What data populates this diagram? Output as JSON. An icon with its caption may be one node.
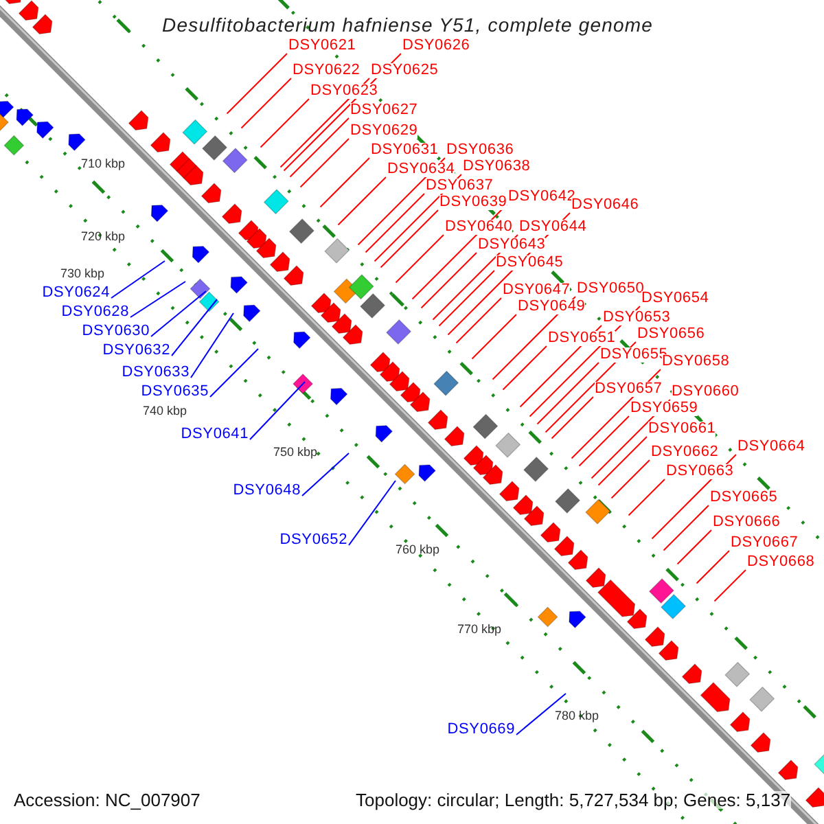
{
  "diagram": {
    "title": "Desulfitobacterium hafniense Y51, complete genome",
    "nodes": [
      {
        "text": [
          "DSY0621"
        ]
      },
      {
        "text": [
          "DSY0622"
        ]
      },
      {
        "text": [
          "DSY0623"
        ]
      },
      {
        "text": [
          "DSY0624"
        ]
      },
      {
        "text": [
          "DSY0625"
        ]
      },
      {
        "text": [
          "DSY0626"
        ]
      },
      {
        "text": [
          "DSY0627"
        ]
      },
      {
        "text": [
          "DSY0628"
        ]
      },
      {
        "text": [
          "DSY0629"
        ]
      },
      {
        "text": [
          "DSY0630"
        ]
      },
      {
        "text": [
          "DSY0631"
        ]
      },
      {
        "text": [
          "DSY0632"
        ]
      },
      {
        "text": [
          "DSY0633"
        ]
      },
      {
        "text": [
          "DSY0634"
        ]
      },
      {
        "text": [
          "DSY0635"
        ]
      },
      {
        "text": [
          "DSY0636"
        ]
      },
      {
        "text": [
          "DSY0637"
        ]
      },
      {
        "text": [
          "DSY0638"
        ]
      },
      {
        "text": [
          "DSY0639"
        ]
      },
      {
        "text": [
          "DSY0640"
        ]
      },
      {
        "text": [
          "DSY0641"
        ]
      },
      {
        "text": [
          "DSY0642"
        ]
      },
      {
        "text": [
          "DSY0643"
        ]
      },
      {
        "text": [
          "DSY0644"
        ]
      },
      {
        "text": [
          "DSY0645"
        ]
      },
      {
        "text": [
          "DSY0646"
        ]
      },
      {
        "text": [
          "DSY0647"
        ]
      },
      {
        "text": [
          "DSY0648"
        ]
      },
      {
        "text": [
          "DSY0649"
        ]
      },
      {
        "text": [
          "DSY0650"
        ]
      },
      {
        "text": [
          "DSY0651"
        ]
      },
      {
        "text": [
          "DSY0652"
        ]
      },
      {
        "text": [
          "DSY0653"
        ]
      },
      {
        "text": [
          "DSY0654"
        ]
      },
      {
        "text": [
          "DSY0655"
        ]
      },
      {
        "text": [
          "DSY0656"
        ]
      },
      {
        "text": [
          "DSY0657"
        ]
      },
      {
        "text": [
          "DSY0658"
        ]
      },
      {
        "text": [
          "DSY0659"
        ]
      },
      {
        "text": [
          "DSY0660"
        ]
      },
      {
        "text": [
          "DSY0661"
        ]
      },
      {
        "text": [
          "DSY0662"
        ]
      },
      {
        "text": [
          "DSY0663"
        ]
      },
      {
        "text": [
          "DSY0664"
        ]
      },
      {
        "text": [
          "DSY0665"
        ]
      },
      {
        "text": [
          "DSY0666"
        ]
      },
      {
        "text": [
          "DSY0667"
        ]
      },
      {
        "text": [
          "DSY0668"
        ]
      },
      {
        "text": [
          "DSY0669"
        ]
      }
    ],
    "edges": [
      {
        "from": 0,
        "to": null,
        "arrow": "none"
      },
      {
        "from": 1,
        "to": null,
        "arrow": "none"
      },
      {
        "from": 2,
        "to": null,
        "arrow": "none"
      },
      {
        "from": 3,
        "to": null,
        "arrow": "none",
        "color": "#0000ff"
      },
      {
        "from": 4,
        "to": null,
        "arrow": "none"
      },
      {
        "from": 5,
        "to": null,
        "arrow": "none"
      },
      {
        "from": 6,
        "to": null,
        "arrow": "none"
      },
      {
        "from": 7,
        "to": null,
        "arrow": "none",
        "color": "#0000ff"
      },
      {
        "from": 8,
        "to": null,
        "arrow": "none"
      },
      {
        "from": 9,
        "to": null,
        "arrow": "none",
        "color": "#0000ff"
      },
      {
        "from": 10,
        "to": null,
        "arrow": "none"
      },
      {
        "from": 11,
        "to": null,
        "arrow": "none",
        "color": "#0000ff"
      },
      {
        "from": 12,
        "to": null,
        "arrow": "none",
        "color": "#0000ff"
      },
      {
        "from": 13,
        "to": null,
        "arrow": "none"
      },
      {
        "from": 14,
        "to": null,
        "arrow": "none",
        "color": "#0000ff"
      },
      {
        "from": 15,
        "to": null,
        "arrow": "none"
      },
      {
        "from": 16,
        "to": null,
        "arrow": "none"
      },
      {
        "from": 17,
        "to": null,
        "arrow": "none"
      },
      {
        "from": 18,
        "to": null,
        "arrow": "none"
      },
      {
        "from": 19,
        "to": null,
        "arrow": "none"
      },
      {
        "from": 20,
        "to": null,
        "arrow": "none",
        "color": "#0000ff"
      },
      {
        "from": 21,
        "to": null,
        "arrow": "none"
      },
      {
        "from": 22,
        "to": null,
        "arrow": "none"
      },
      {
        "from": 23,
        "to": null,
        "arrow": "none"
      },
      {
        "from": 24,
        "to": null,
        "arrow": "none"
      },
      {
        "from": 25,
        "to": null,
        "arrow": "none"
      },
      {
        "from": 26,
        "to": null,
        "arrow": "none"
      },
      {
        "from": 27,
        "to": null,
        "arrow": "none",
        "color": "#0000ff"
      },
      {
        "from": 28,
        "to": null,
        "arrow": "none"
      },
      {
        "from": 29,
        "to": null,
        "arrow": "none"
      },
      {
        "from": 30,
        "to": null,
        "arrow": "none"
      },
      {
        "from": 31,
        "to": null,
        "arrow": "none",
        "color": "#0000ff"
      },
      {
        "from": 32,
        "to": null,
        "arrow": "none"
      },
      {
        "from": 33,
        "to": null,
        "arrow": "none"
      },
      {
        "from": 34,
        "to": null,
        "arrow": "none"
      },
      {
        "from": 35,
        "to": null,
        "arrow": "none"
      },
      {
        "from": 36,
        "to": null,
        "arrow": "none"
      },
      {
        "from": 37,
        "to": null,
        "arrow": "none"
      },
      {
        "from": 38,
        "to": null,
        "arrow": "none"
      },
      {
        "from": 39,
        "to": null,
        "arrow": "none"
      },
      {
        "from": 40,
        "to": null,
        "arrow": "none"
      },
      {
        "from": 41,
        "to": null,
        "arrow": "none"
      },
      {
        "from": 42,
        "to": null,
        "arrow": "none"
      },
      {
        "from": 43,
        "to": null,
        "arrow": "none"
      },
      {
        "from": 44,
        "to": null,
        "arrow": "none"
      },
      {
        "from": 45,
        "to": null,
        "arrow": "none"
      },
      {
        "from": 46,
        "to": null,
        "arrow": "none"
      },
      {
        "from": 47,
        "to": null,
        "arrow": "none"
      },
      {
        "from": 48,
        "to": null,
        "arrow": "none",
        "color": "#0000ff"
      }
    ],
    "labels": [
      "710 kbp",
      "720 kbp",
      "730 kbp",
      "740 kbp",
      "750 kbp",
      "760 kbp",
      "770 kbp",
      "780 kbp",
      "Accession: NC_007907",
      "Topology: circular; Length: 5,727,534 bp; Genes: 5,137"
    ]
  }
}
